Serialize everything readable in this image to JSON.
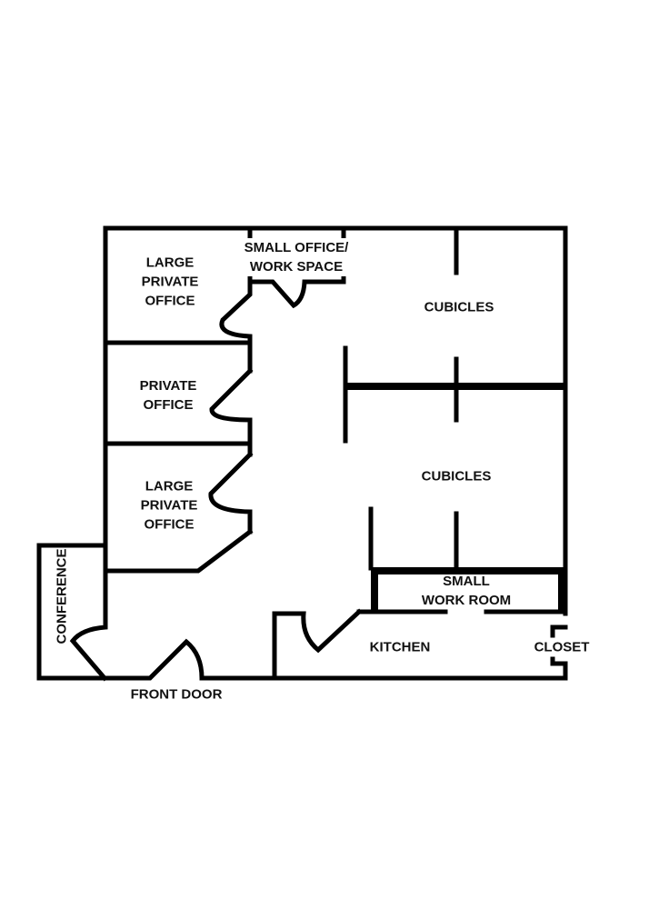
{
  "title": "Office Floor Plan",
  "rooms": {
    "large_private_office_1": [
      "LARGE",
      "PRIVATE",
      "OFFICE"
    ],
    "small_office": [
      "SMALL OFFICE/",
      "WORK SPACE"
    ],
    "cubicles_top": "CUBICLES",
    "private_office": [
      "PRIVATE",
      "OFFICE"
    ],
    "cubicles_bottom": "CUBICLES",
    "large_private_office_2": [
      "LARGE",
      "PRIVATE",
      "OFFICE"
    ],
    "conference": "CONFERENCE",
    "small_work_room": [
      "SMALL",
      "WORK ROOM"
    ],
    "kitchen": "KITCHEN",
    "closet": "CLOSET",
    "front_door": "FRONT DOOR"
  },
  "colors": {
    "wall": "#000000",
    "background": "#ffffff"
  }
}
